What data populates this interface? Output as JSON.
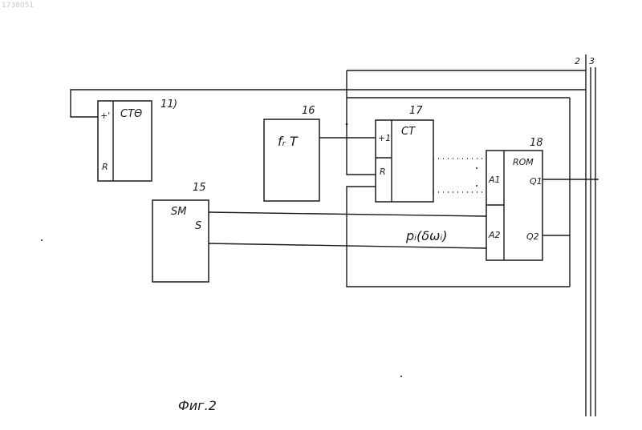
{
  "corner_text": "1738051",
  "blocks": {
    "counter_11": {
      "number": "11",
      "label": "CTΘ",
      "input_plus": "+'",
      "input_r": "R"
    },
    "adder_15": {
      "number": "15",
      "label": "SM",
      "output": "S"
    },
    "generator_16": {
      "number": "16",
      "label": "fᵣ T"
    },
    "counter_17": {
      "number": "17",
      "label": "CT",
      "input_plus": "+1",
      "input_r": "R"
    },
    "rom_18": {
      "number": "18",
      "label": "ROM",
      "addr1": "A1",
      "addr2": "A2",
      "out1": "Q1",
      "out2": "Q2"
    }
  },
  "buses": {
    "bus_2": "2",
    "bus_3": "3"
  },
  "signal_label": "pᵢ(δωᵢ)",
  "caption": "Фиг.2"
}
